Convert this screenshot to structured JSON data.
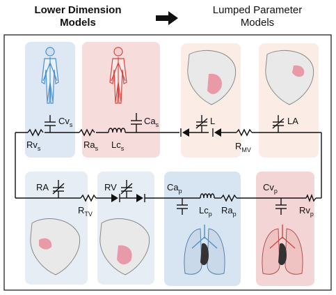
{
  "header": {
    "left_line1": "Lower Dimension",
    "left_line2": "Models",
    "right_line1": "Lumped Parameter",
    "right_line2": "Models"
  },
  "labels": {
    "cvs_main": "Cv",
    "cvs_sub": "s",
    "cas_main": "Ca",
    "cas_sub": "s",
    "l_main": "L",
    "la_main": "LA",
    "rvs_main": "Rv",
    "rvs_sub": "s",
    "ras_main": "Ra",
    "ras_sub": "s",
    "lcs_main": "Lc",
    "lcs_sub": "s",
    "rmv_main": "R",
    "rmv_sub": "MV",
    "ra_main": "RA",
    "rv_main": "RV",
    "rtv_main": "R",
    "rtv_sub": "TV",
    "cap_main": "Ca",
    "cap_sub": "p",
    "lcp_main": "Lc",
    "lcp_sub": "p",
    "rap_main": "Ra",
    "rap_sub": "p",
    "cvp_main": "Cv",
    "cvp_sub": "p",
    "rvp_main": "Rv",
    "rvp_sub": "p"
  },
  "colors": {
    "venous_panel": "#dde8f4",
    "arterial_panel": "#f7dcdc",
    "heart_panel": "#fbece6",
    "pulm_blue_panel": "#d7e5f3",
    "pulm_red_panel": "#f4d5d5",
    "heart_pink": "#e89aa8",
    "vessel_red": "#d6453e",
    "vessel_blue": "#4a8fd0"
  }
}
